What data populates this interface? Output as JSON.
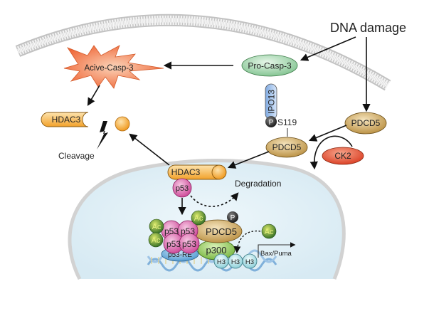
{
  "title": "PDCD5-mediated HDAC3 cleavage and p53 acetylation pathway",
  "labels": {
    "dna_damage": "DNA damage",
    "active_casp3": "Acive-Casp-3",
    "pro_casp3": "Pro-Casp-3",
    "hdac3_cleaved": "HDAC3",
    "cleavage": "Cleavage",
    "ipo13": "IPO13",
    "phospho": "P",
    "s119": "S119",
    "pdcd5_bound": "PDCD5",
    "pdcd5_free": "PDCD5",
    "ck2": "CK2",
    "hdac3_nuclear": "HDAC3",
    "p53_single": "p53",
    "degradation": "Degradation",
    "p53_tetramer": [
      "p53",
      "p53",
      "p53",
      "p53"
    ],
    "ac": "Ac",
    "pdcd5_complex": "PDCD5",
    "p300": "p300",
    "p53_re": "p53-RE",
    "h3": [
      "H3",
      "H3",
      "H3"
    ],
    "bax_puma": "Bax/Puma"
  },
  "colors": {
    "casp_orange": "#f06a3a",
    "pro_casp_green": "#9fd4a8",
    "hdac3_orange": "#f7b13a",
    "pdcd5_tan": "#c9a45a",
    "ck2_red": "#e0452a",
    "p53_magenta": "#d85ca8",
    "ac_green": "#3d7a2a",
    "p300_green": "#8cc84e",
    "p53re_blue": "#5aa6d8",
    "h3_cyan": "#a8dde4",
    "ipo13_blue": "#a8c8ee",
    "nucleus_fill": "#e4f1f7",
    "membrane_gray": "#d6d6d6"
  }
}
